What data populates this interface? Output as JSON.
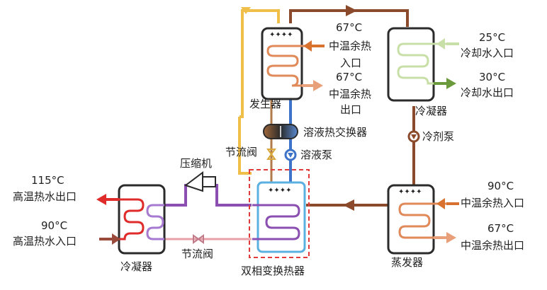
{
  "generator": {
    "name": "发生器",
    "waste_heat_in": {
      "temp": "67°C",
      "line1": "中温余热",
      "line2": "入口"
    },
    "waste_heat_out": {
      "temp": "67°C",
      "line1": "中温余热",
      "line2": "出口"
    }
  },
  "condenser_right": {
    "name": "冷凝器",
    "cooling_in": {
      "temp": "25°C",
      "label": "冷却水入口"
    },
    "cooling_out": {
      "temp": "30°C",
      "label": "冷却水出口"
    }
  },
  "solution_hx": "溶液热交换器",
  "refrigerant_pump": "冷剂泵",
  "solution_pump": "溶液泵",
  "throttle_top": "节流阀",
  "compressor": "压缩机",
  "hot_water_out": {
    "temp": "115°C",
    "label": "高温热水出口"
  },
  "hot_water_in": {
    "temp": "90°C",
    "label": "高温热水入口"
  },
  "condenser_left": "冷凝器",
  "throttle_bottom": "节流阀",
  "two_phase_hx": "双相变换热器",
  "evaporator": {
    "name": "蒸发器",
    "waste_heat_in": {
      "temp": "90°C",
      "label": "中温余热入口"
    },
    "waste_heat_out": {
      "temp": "67°C",
      "label": "中温余热出口"
    }
  },
  "colors": {
    "frame": "#2b2b2b",
    "brown": "#8b4a2b",
    "orange": "#d9722e",
    "salmon": "#e8a07a",
    "yellow": "#f0bf4a",
    "blue": "#3d73c9",
    "green_light": "#c9dfa8",
    "green_dark": "#6a9a3c",
    "red": "#e02b2b",
    "purple": "#8a4fb0",
    "pink": "#e8a0a8",
    "dashed_red": "#e23b3b"
  }
}
